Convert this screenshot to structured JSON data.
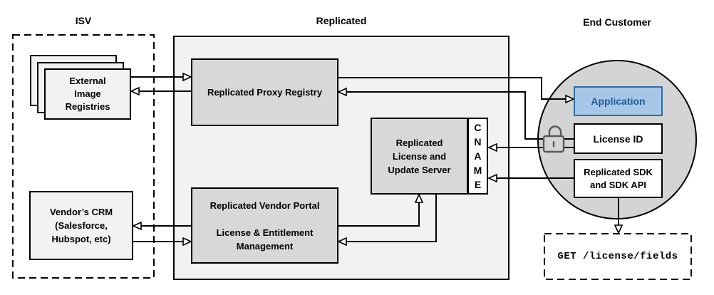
{
  "header": {
    "isv": "ISV",
    "replicated": "Replicated",
    "end_customer": "End Customer"
  },
  "isv": {
    "registries_label": "External\nImage\nRegistries",
    "crm_label": "Vendor’s CRM\n(Salesforce,\nHubspot, etc)"
  },
  "replicated": {
    "proxy_label": "Replicated Proxy Registry",
    "server_label": "Replicated\nLicense and\nUpdate Server",
    "cname_label": "C\nN\nA\nM\nE",
    "portal_label": "Replicated Vendor Portal\n\nLicense & Entitlement\nManagement"
  },
  "end_customer": {
    "application_label": "Application",
    "license_id_label": "License ID",
    "sdk_label": "Replicated SDK\nand SDK API",
    "api_request_label": "GET /license/fields"
  },
  "icons": {
    "unlock": "unlock-icon"
  },
  "colors": {
    "panel_gray": "#f2f2f2",
    "box_gray": "#d8d8d8",
    "light_gray": "#f2f2f2",
    "circle_gray": "#d4d4d4",
    "app_fill": "#a8c6e8",
    "app_border": "#2e6da4",
    "app_text": "#1f5c97",
    "line": "#000000",
    "lock_stroke": "#595959"
  }
}
